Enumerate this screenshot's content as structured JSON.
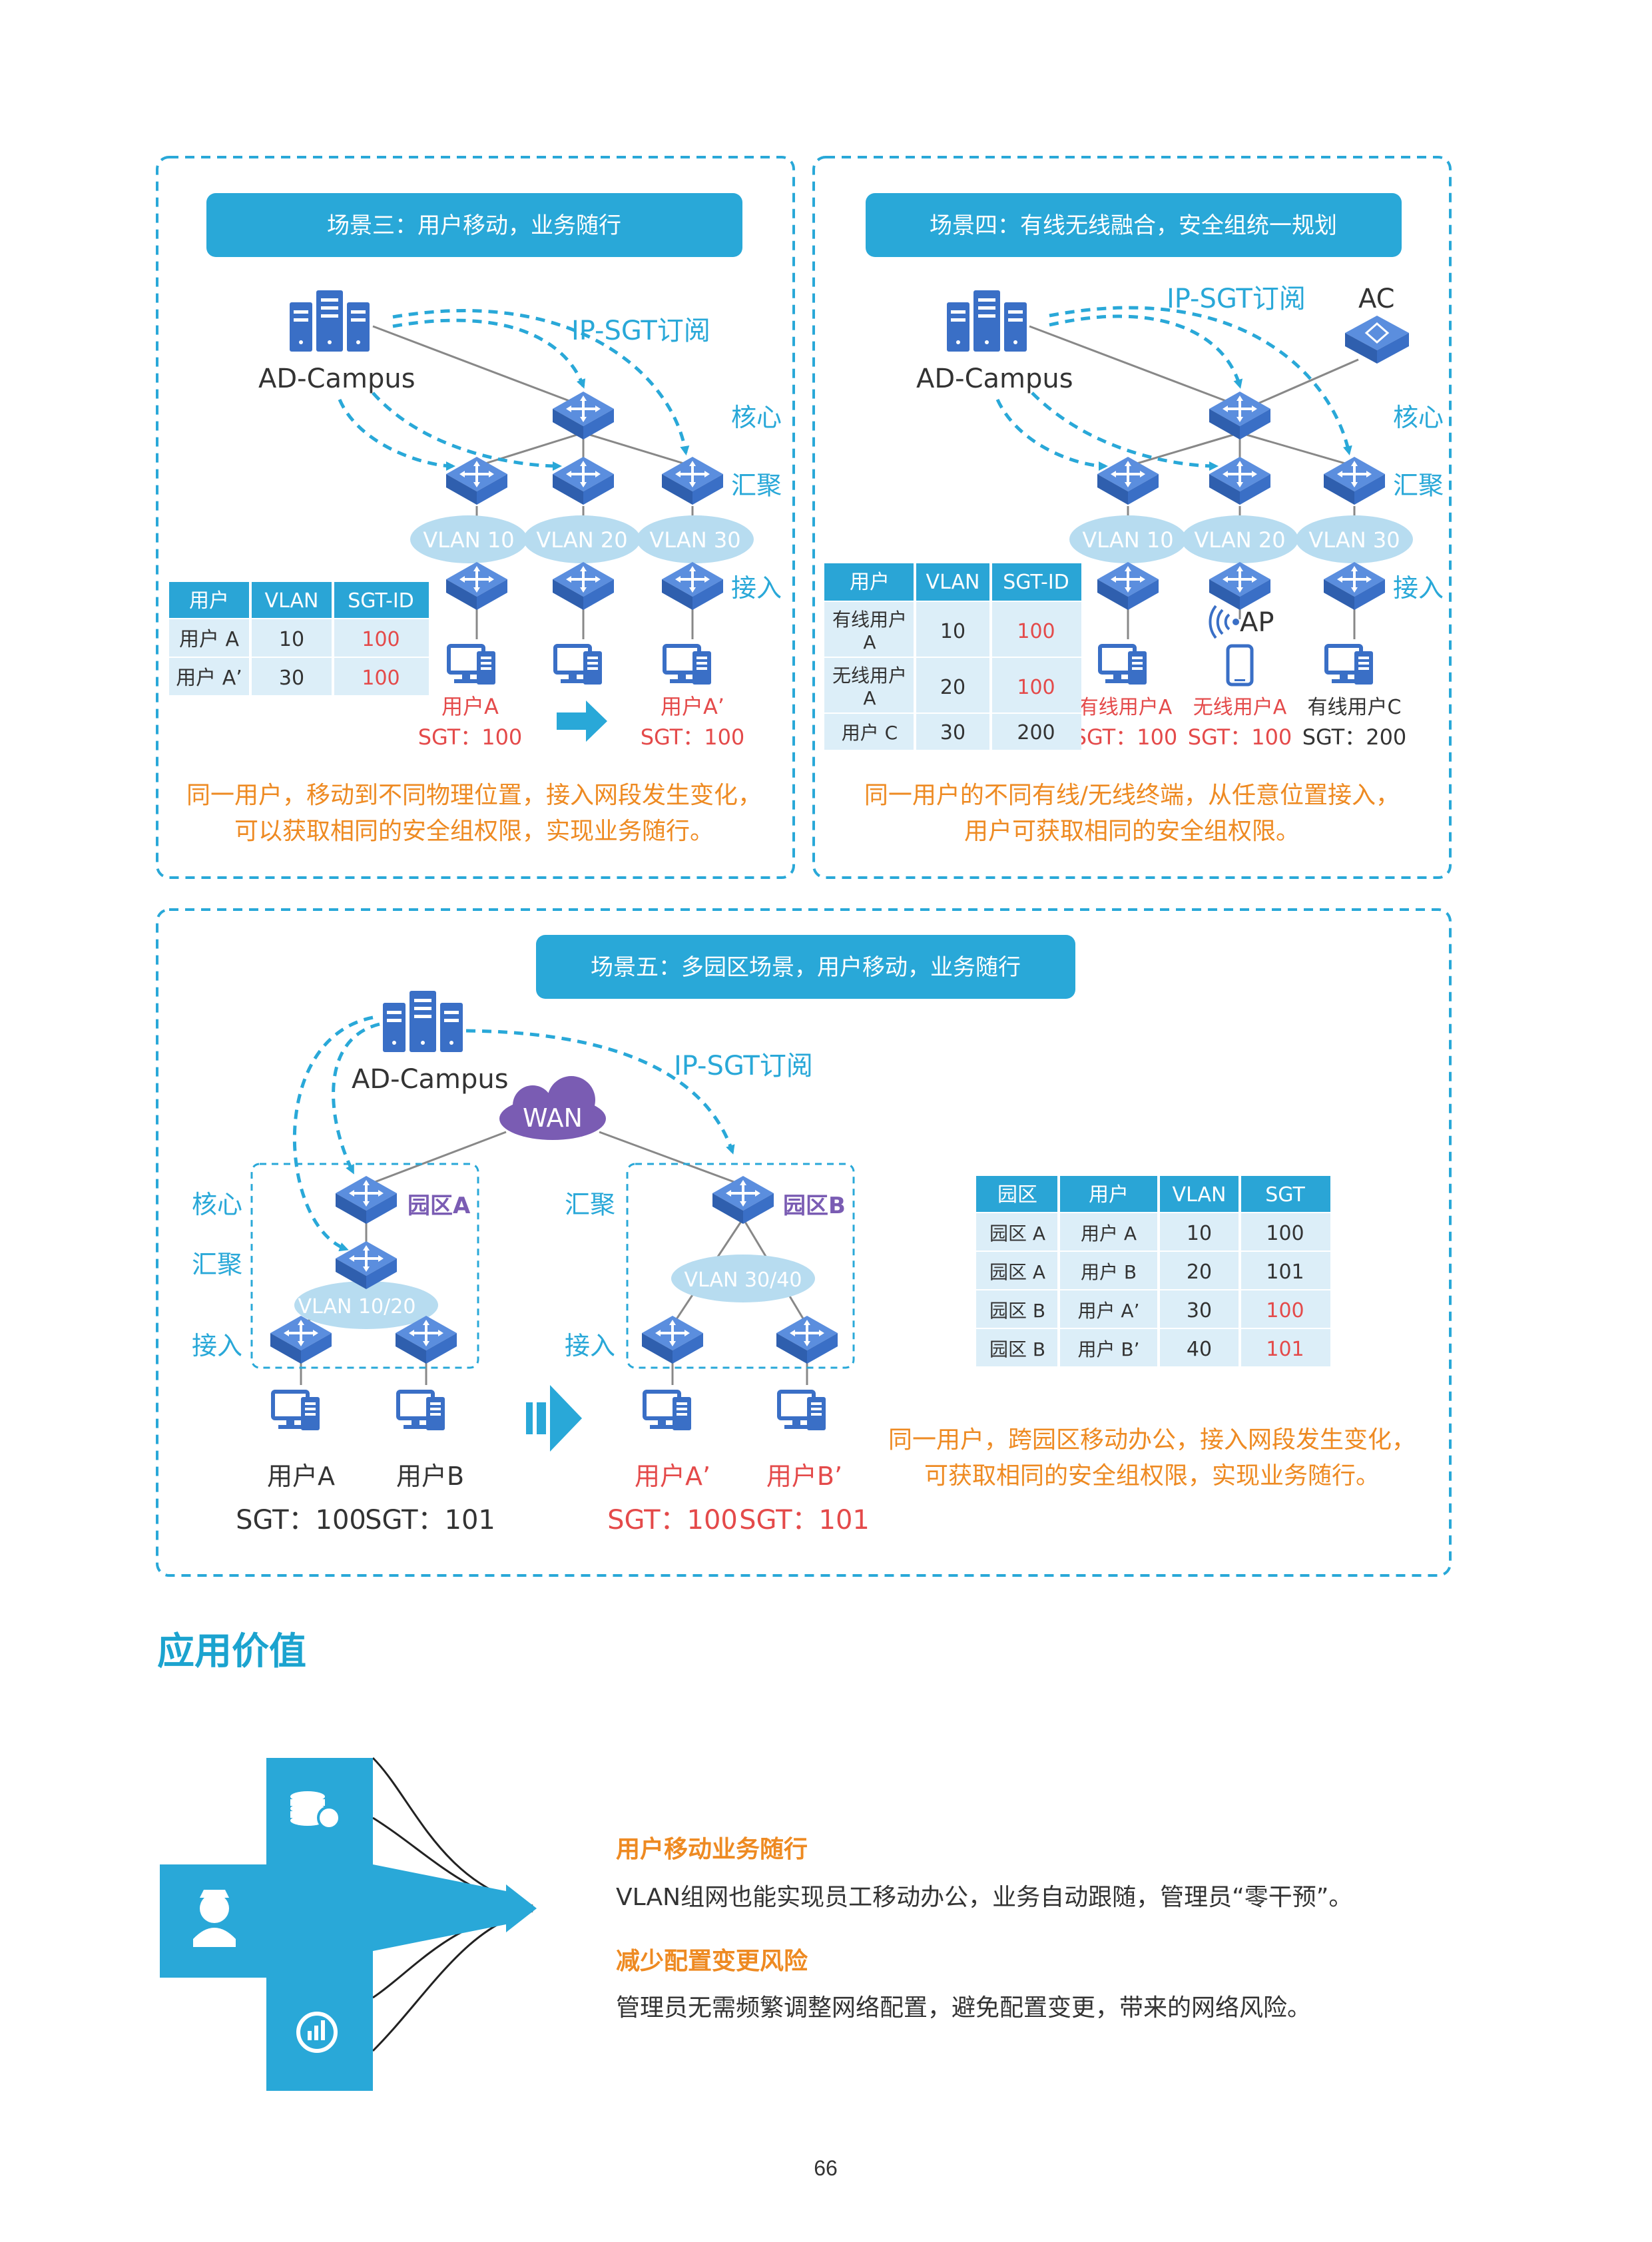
{
  "colors": {
    "accent": "#1ba3cf",
    "title_bar": "#29a8d8",
    "device": "#3a6fc6",
    "red_text": "#e44a4a",
    "orange_text": "#ee8a22",
    "purple": "#7a5cb3",
    "table_header": "#2aa5d6"
  },
  "scenario3": {
    "title": "场景三：用户移动，业务随行",
    "server_label": "AD-Campus",
    "subscribe_label": "IP-SGT订阅",
    "layer_core": "核心",
    "layer_agg": "汇聚",
    "layer_access": "接入",
    "vlans": [
      "VLAN 10",
      "VLAN 20",
      "VLAN 30"
    ],
    "table_header": [
      "用户",
      "VLAN",
      "SGT-ID"
    ],
    "table_rows": [
      [
        "用户 A",
        "10",
        "100"
      ],
      [
        "用户 A’",
        "30",
        "100"
      ]
    ],
    "user_from": "用户A",
    "user_from_sgt": "SGT：100",
    "user_to": "用户A’",
    "user_to_sgt": "SGT：100",
    "caption_line1": "同一用户，移动到不同物理位置，接入网段发生变化，",
    "caption_line2": "可以获取相同的安全组权限，实现业务随行。"
  },
  "scenario4": {
    "title": "场景四：有线无线融合，安全组统一规划",
    "server_label": "AD-Campus",
    "subscribe_label": "IP-SGT订阅",
    "ac_label": "AC",
    "ap_label": "AP",
    "layer_core": "核心",
    "layer_agg": "汇聚",
    "layer_access": "接入",
    "vlans": [
      "VLAN 10",
      "VLAN 20",
      "VLAN 30"
    ],
    "table_header": [
      "用户",
      "VLAN",
      "SGT-ID"
    ],
    "table_rows": [
      [
        "有线用户",
        "A",
        "10",
        "100"
      ],
      [
        "无线用户",
        "A",
        "20",
        "100"
      ],
      [
        "用户 C",
        "",
        "30",
        "200"
      ]
    ],
    "users": [
      {
        "name": "有线用户A",
        "sgt": "SGT：100"
      },
      {
        "name": "无线用户A",
        "sgt": "SGT：100"
      },
      {
        "name": "有线用户C",
        "sgt": "SGT：200"
      }
    ],
    "caption_line1": "同一用户的不同有线/无线终端，从任意位置接入，",
    "caption_line2": "用户可获取相同的安全组权限。"
  },
  "scenario5": {
    "title": "场景五：多园区场景，用户移动，业务随行",
    "server_label": "AD-Campus",
    "subscribe_label": "IP-SGT订阅",
    "wan_label": "WAN",
    "campus_a": "园区A",
    "campus_b": "园区B",
    "layer_core": "核心",
    "layer_agg": "汇聚",
    "layer_access": "接入",
    "layer_agg_b": "汇聚",
    "layer_access_b": "接入",
    "vlan_a": "VLAN 10/20",
    "vlan_b": "VLAN 30/40",
    "users_a": [
      {
        "name": "用户A",
        "sgt": "SGT：100"
      },
      {
        "name": "用户B",
        "sgt": "SGT：101"
      }
    ],
    "users_b": [
      {
        "name": "用户A’",
        "sgt": "SGT：100"
      },
      {
        "name": "用户B’",
        "sgt": "SGT：101"
      }
    ],
    "table_header": [
      "园区",
      "用户",
      "VLAN",
      "SGT"
    ],
    "table_rows": [
      [
        "园区 A",
        "用户 A",
        "10",
        "100"
      ],
      [
        "园区 A",
        "用户 B",
        "20",
        "101"
      ],
      [
        "园区 B",
        "用户 A’",
        "30",
        "100"
      ],
      [
        "园区 B",
        "用户 B’",
        "40",
        "101"
      ]
    ],
    "caption_line1": "同一用户，跨园区移动办公，接入网段发生变化，",
    "caption_line2": "可获取相同的安全组权限，实现业务随行。"
  },
  "value": {
    "heading": "应用价值",
    "items": [
      {
        "title": "用户移动业务随行",
        "desc": "VLAN组网也能实现员工移动办公，业务自动跟随，管理员“零干预”。"
      },
      {
        "title": "减少配置变更风险",
        "desc": "管理员无需频繁调整网络配置，避免配置变更，带来的网络风险。"
      }
    ],
    "icons": [
      "database-icon",
      "user-icon",
      "chart-refresh-icon"
    ]
  },
  "page_number": "66"
}
